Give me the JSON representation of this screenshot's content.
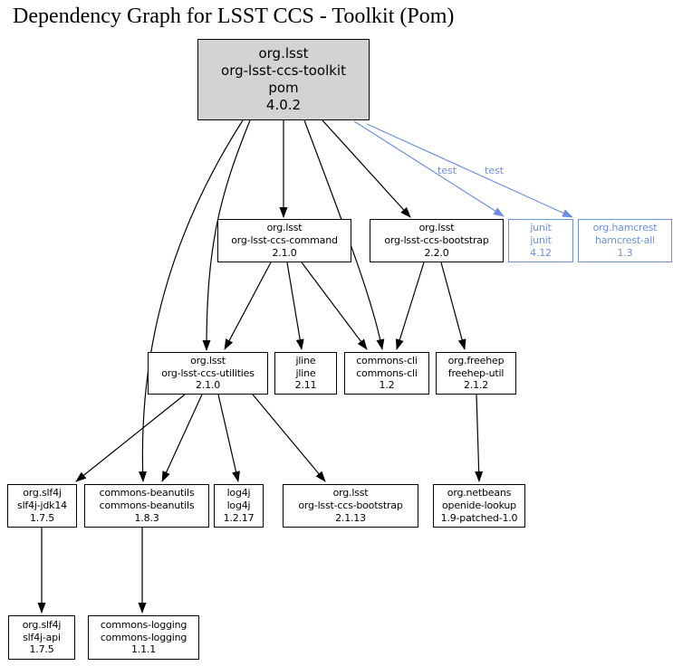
{
  "title": "Dependency Graph for LSST CCS - Toolkit (Pom)",
  "colors": {
    "background": "#ffffff",
    "node_fill": "#ffffff",
    "root_node_fill": "#d3d3d3",
    "node_border": "#000000",
    "edge": "#000000",
    "test_scope": "#6d8fdb"
  },
  "nodes": {
    "toolkit": {
      "group": "org.lsst",
      "artifact": "org-lsst-ccs-toolkit",
      "packaging": "pom",
      "version": "4.0.2"
    },
    "command": {
      "group": "org.lsst",
      "artifact": "org-lsst-ccs-command",
      "version": "2.1.0"
    },
    "bootstrap22": {
      "group": "org.lsst",
      "artifact": "org-lsst-ccs-bootstrap",
      "version": "2.2.0"
    },
    "junit": {
      "group": "junit",
      "artifact": "junit",
      "version": "4.12"
    },
    "hamcrest": {
      "group": "org.hamcrest",
      "artifact": "hamcrest-all",
      "version": "1.3"
    },
    "utilities": {
      "group": "org.lsst",
      "artifact": "org-lsst-ccs-utilities",
      "version": "2.1.0"
    },
    "jline": {
      "group": "jline",
      "artifact": "jline",
      "version": "2.11"
    },
    "commonscli": {
      "group": "commons-cli",
      "artifact": "commons-cli",
      "version": "1.2"
    },
    "freehep": {
      "group": "org.freehep",
      "artifact": "freehep-util",
      "version": "2.1.2"
    },
    "slf4jjdk14": {
      "group": "org.slf4j",
      "artifact": "slf4j-jdk14",
      "version": "1.7.5"
    },
    "beanutils": {
      "group": "commons-beanutils",
      "artifact": "commons-beanutils",
      "version": "1.8.3"
    },
    "log4j": {
      "group": "log4j",
      "artifact": "log4j",
      "version": "1.2.17"
    },
    "bootstrap2113": {
      "group": "org.lsst",
      "artifact": "org-lsst-ccs-bootstrap",
      "version": "2.1.13"
    },
    "openide": {
      "group": "org.netbeans",
      "artifact": "openide-lookup",
      "version": "1.9-patched-1.0"
    },
    "slf4japi": {
      "group": "org.slf4j",
      "artifact": "slf4j-api",
      "version": "1.7.5"
    },
    "commonslogging": {
      "group": "commons-logging",
      "artifact": "commons-logging",
      "version": "1.1.1"
    }
  },
  "edges": [
    {
      "from": "org-lsst-ccs-toolkit",
      "to": "org-lsst-ccs-command 2.1.0"
    },
    {
      "from": "org-lsst-ccs-toolkit",
      "to": "org-lsst-ccs-bootstrap 2.2.0"
    },
    {
      "from": "org-lsst-ccs-toolkit",
      "to": "org-lsst-ccs-utilities 2.1.0"
    },
    {
      "from": "org-lsst-ccs-toolkit",
      "to": "commons-cli 1.2"
    },
    {
      "from": "org-lsst-ccs-toolkit",
      "to": "commons-beanutils 1.8.3"
    },
    {
      "from": "org-lsst-ccs-toolkit",
      "to": "junit 4.12",
      "label": "test"
    },
    {
      "from": "org-lsst-ccs-toolkit",
      "to": "hamcrest-all 1.3",
      "label": "test"
    },
    {
      "from": "org-lsst-ccs-command",
      "to": "org-lsst-ccs-utilities 2.1.0"
    },
    {
      "from": "org-lsst-ccs-command",
      "to": "jline 2.11"
    },
    {
      "from": "org-lsst-ccs-command",
      "to": "commons-cli 1.2"
    },
    {
      "from": "org-lsst-ccs-bootstrap",
      "to": "commons-cli 1.2"
    },
    {
      "from": "org-lsst-ccs-bootstrap",
      "to": "freehep-util 2.1.2"
    },
    {
      "from": "org-lsst-ccs-utilities",
      "to": "slf4j-jdk14 1.7.5"
    },
    {
      "from": "org-lsst-ccs-utilities",
      "to": "commons-beanutils 1.8.3"
    },
    {
      "from": "org-lsst-ccs-utilities",
      "to": "log4j 1.2.17"
    },
    {
      "from": "org-lsst-ccs-utilities",
      "to": "org-lsst-ccs-bootstrap 2.1.13"
    },
    {
      "from": "freehep-util",
      "to": "openide-lookup 1.9-patched-1.0"
    },
    {
      "from": "slf4j-jdk14",
      "to": "slf4j-api 1.7.5"
    },
    {
      "from": "commons-beanutils",
      "to": "commons-logging 1.1.1"
    }
  ]
}
